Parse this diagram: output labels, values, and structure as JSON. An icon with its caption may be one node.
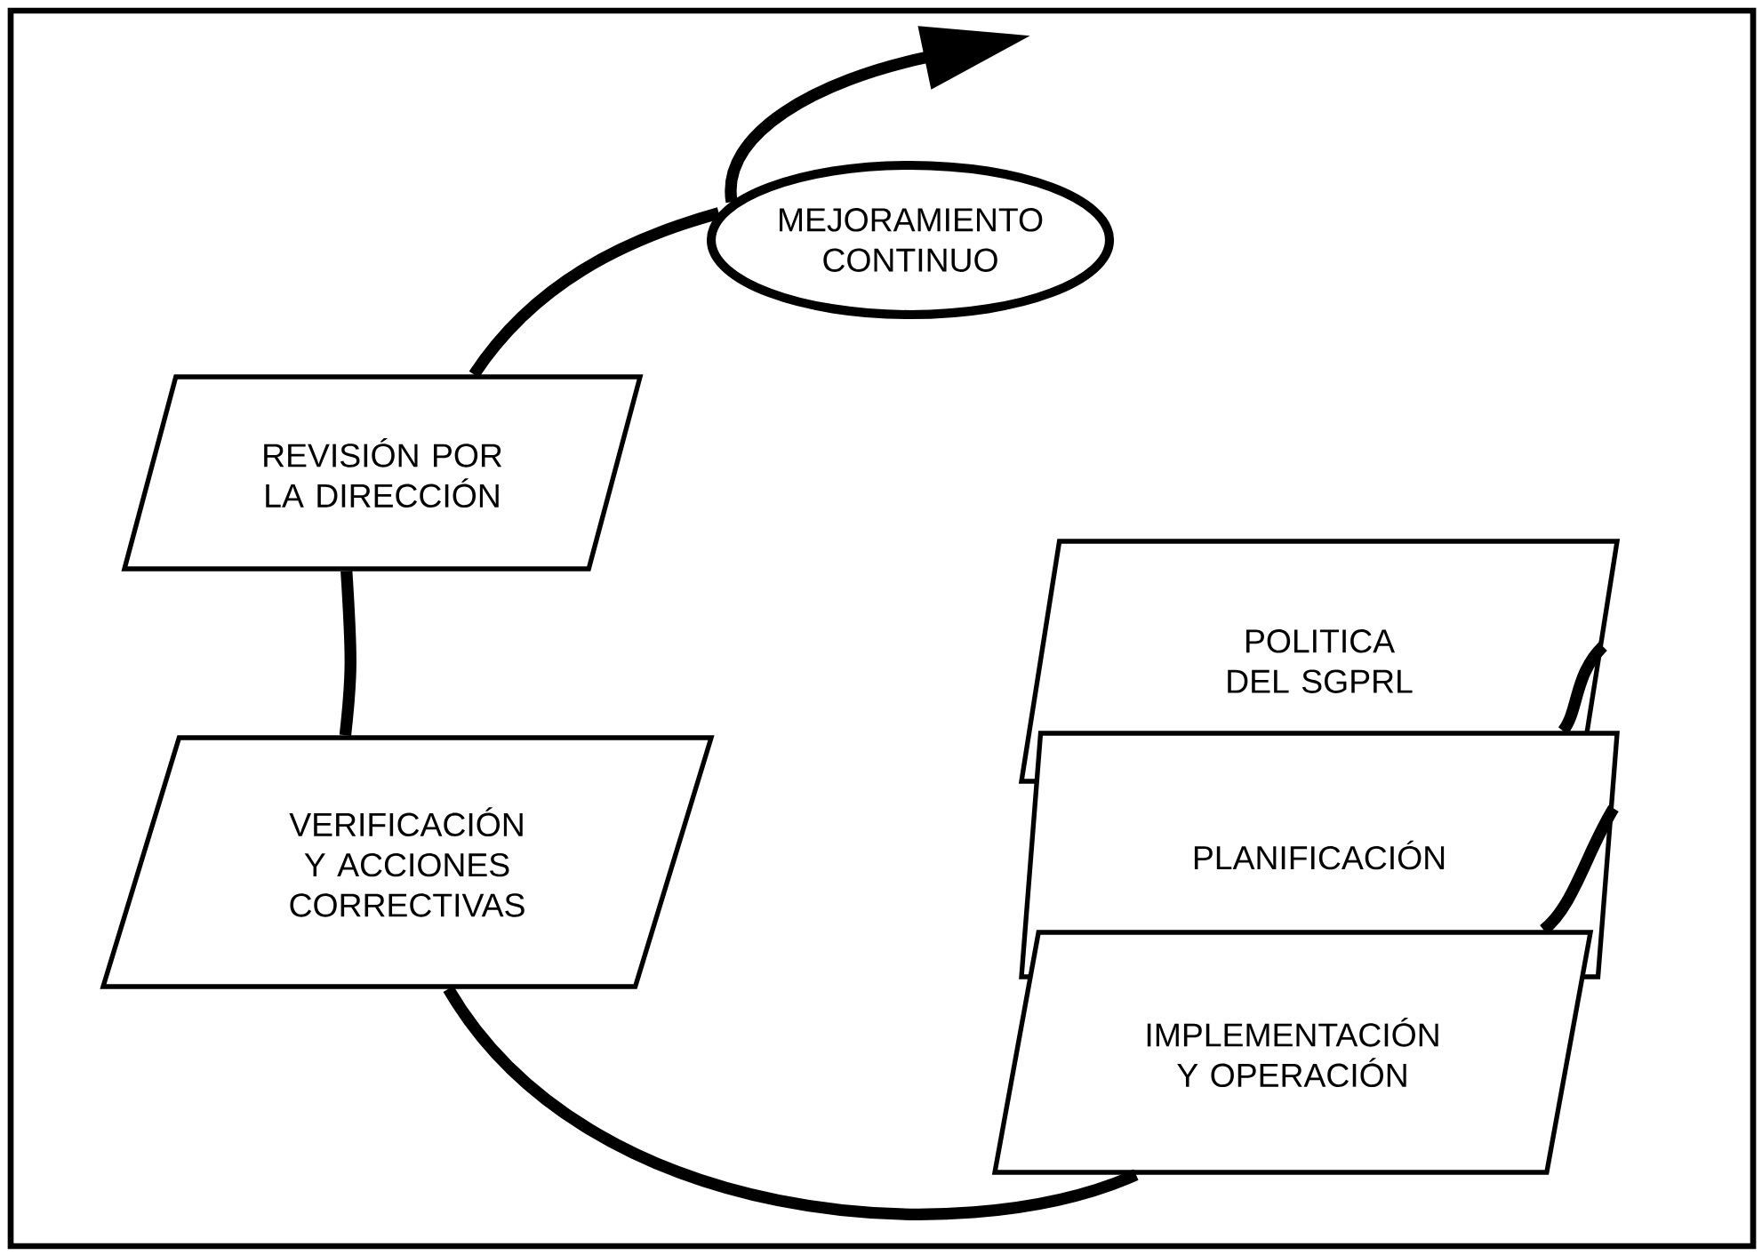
{
  "diagram": {
    "nodes": [
      {
        "text": [
          "MEJORAMIENTO CONTINUO"
        ]
      },
      {
        "text": [
          "REVISIÓN POR LA DIRECCIÓN"
        ]
      },
      {
        "text": [
          "POLITICA DEL SGPRL"
        ]
      },
      {
        "text": [
          "VERIFICACIÓN Y ACCIONES CORRECTIVAS"
        ]
      },
      {
        "text": [
          "PLANIFICACIÓN"
        ]
      },
      {
        "text": [
          "IMPLEMENTACIÓN Y OPERACIÓN"
        ]
      }
    ],
    "edges": [
      {
        "from": 2,
        "to": 4,
        "arrow": "none"
      },
      {
        "from": 4,
        "to": 5,
        "arrow": "none"
      },
      {
        "from": 5,
        "to": 3,
        "arrow": "none"
      },
      {
        "from": 3,
        "to": 1,
        "arrow": "none"
      },
      {
        "from": 1,
        "to": 0,
        "arrow": "none"
      },
      {
        "from": 0,
        "to": null,
        "arrow": "to"
      }
    ]
  }
}
